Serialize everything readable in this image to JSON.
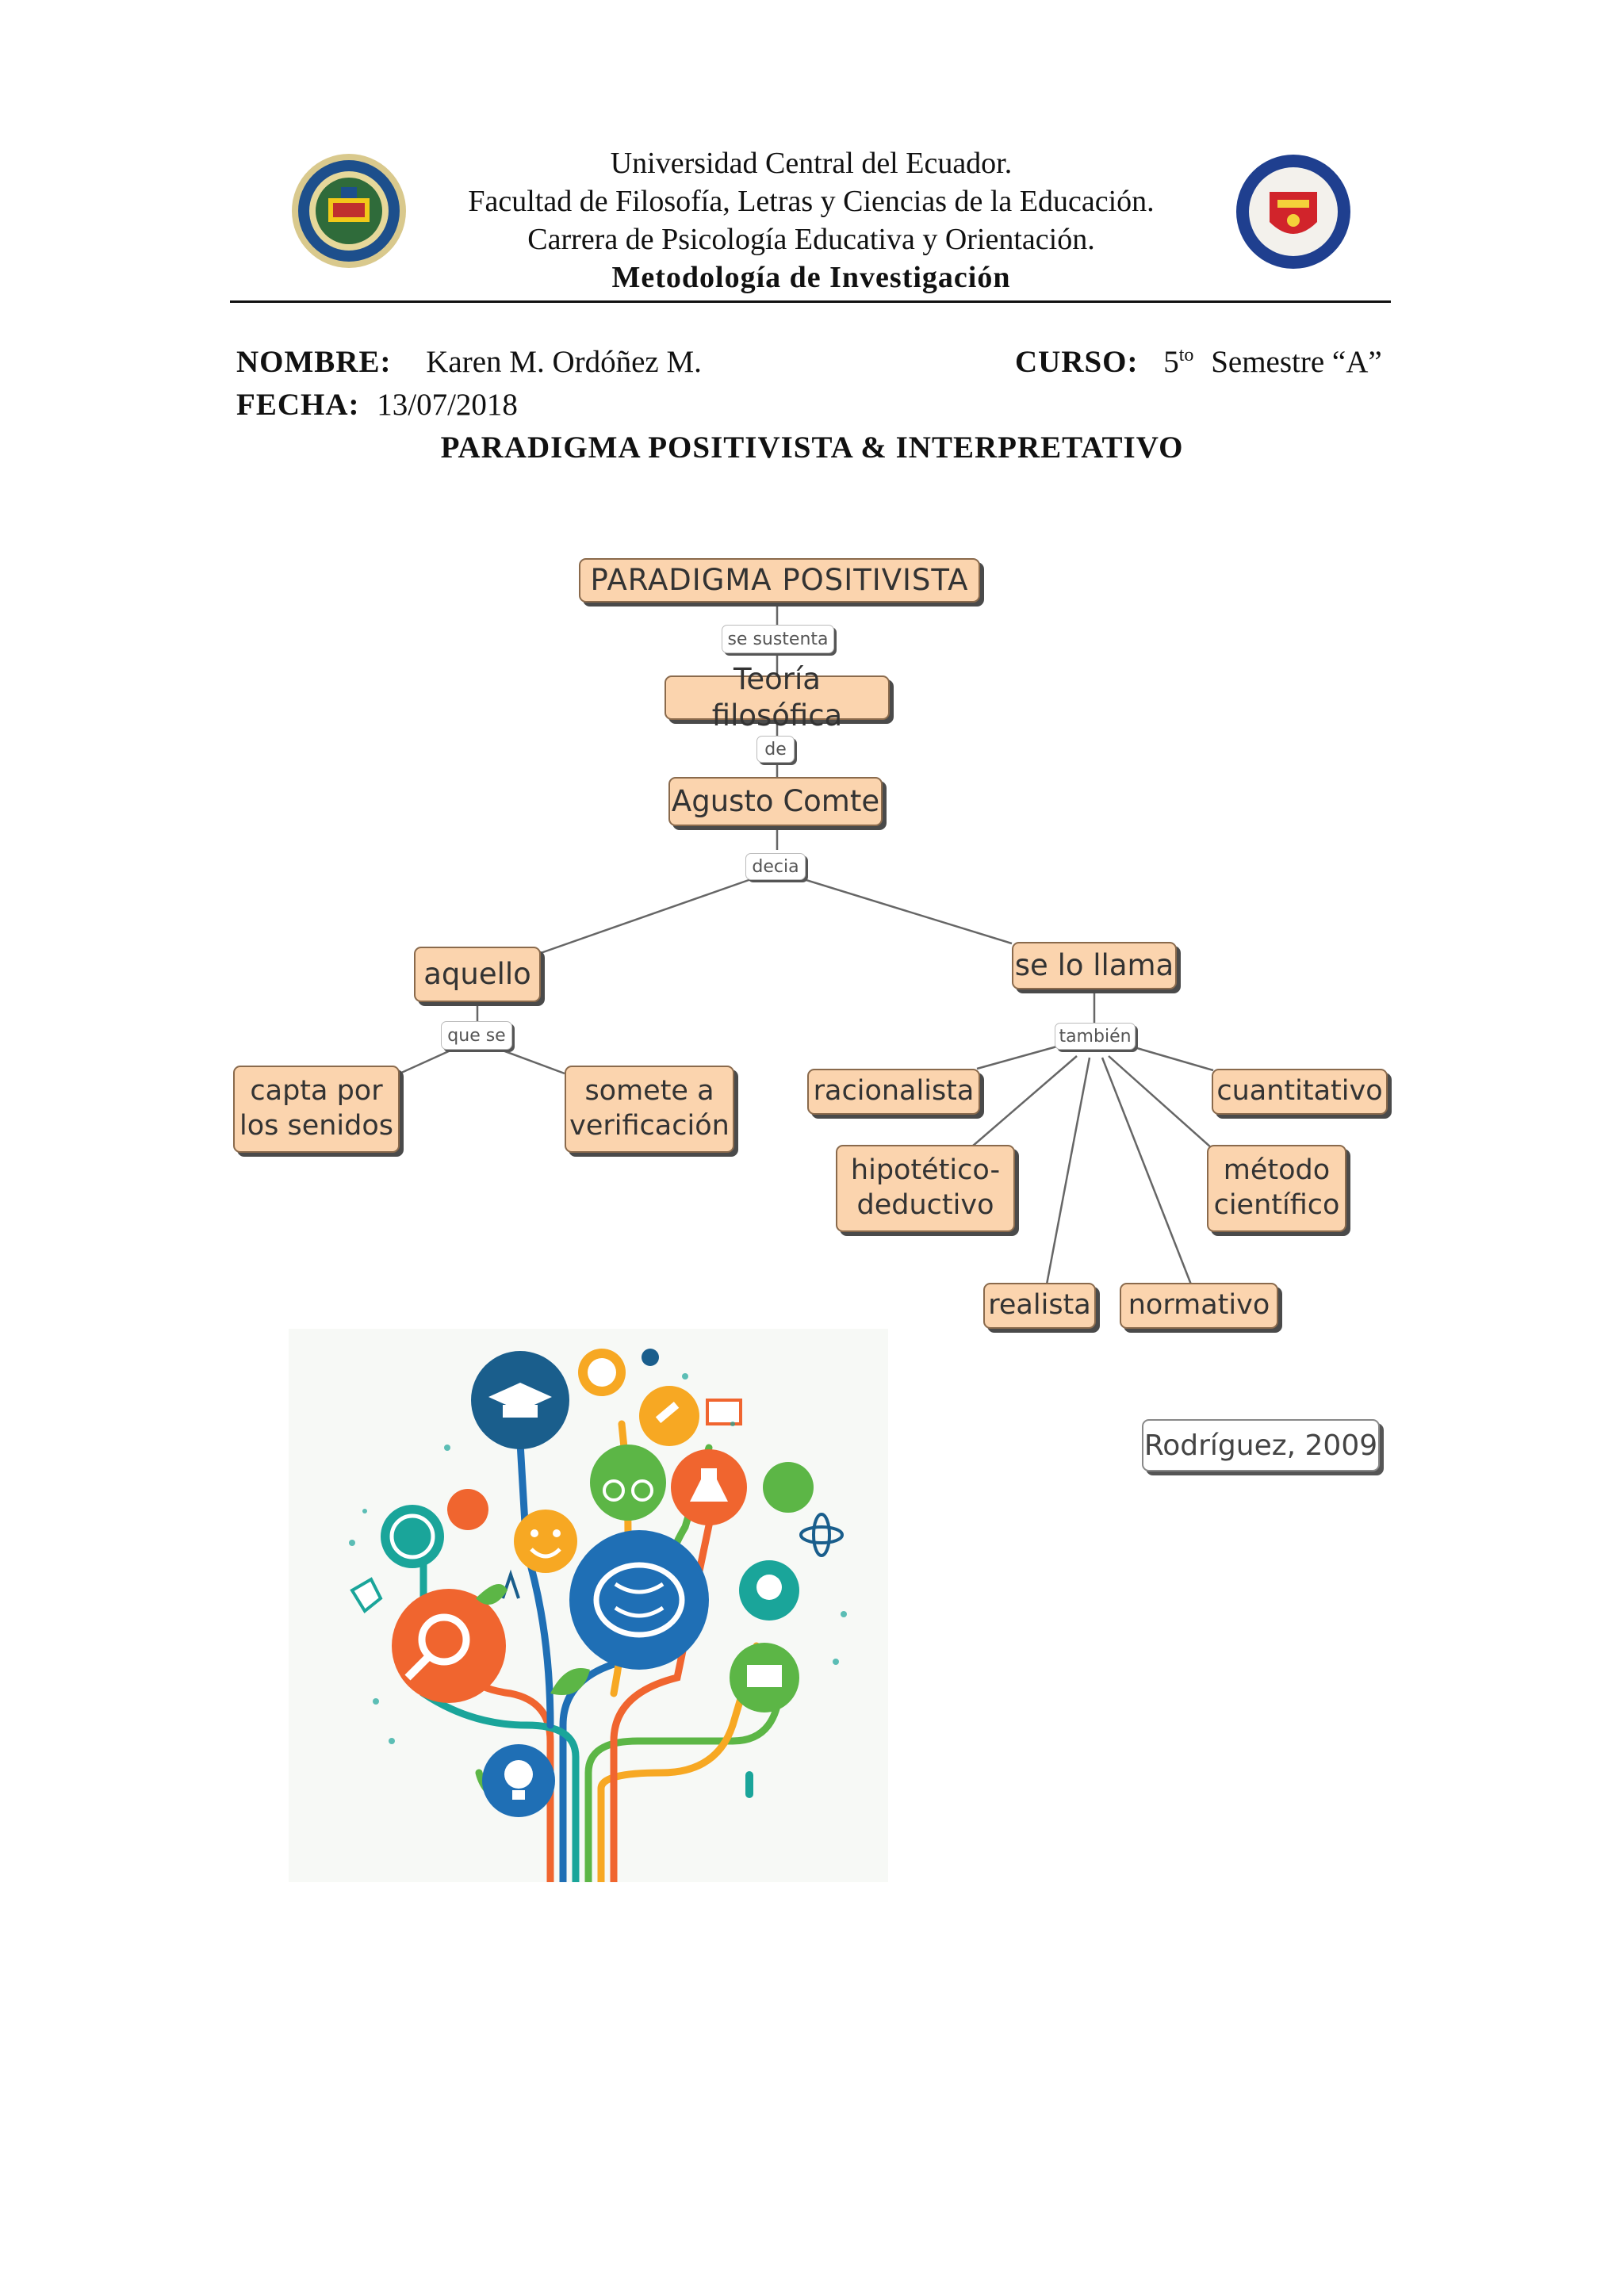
{
  "header": {
    "line1": "Universidad  Central del Ecuador.",
    "line2": "Facultad  de Filosofía,  Letras  y Ciencias  de la  Educación.",
    "line3": "Carrera de Psicología  Educativa  y Orientación.",
    "line4": "Metodología de Investigación"
  },
  "info": {
    "name_label": "NOMBRE:",
    "name_value": "Karen M. Ordóñez M.",
    "course_label": "CURSO:",
    "course_num": "5",
    "course_sup": "to",
    "course_value": "Semestre “A”",
    "date_label": "FECHA:",
    "date_value": "13/07/2018"
  },
  "doc_title": "PARADIGMA POSITIVISTA  & INTERPRETATIVO",
  "concept_map": {
    "root": "PARADIGMA POSITIVISTA",
    "link_sustenta": "se sustenta",
    "teoria": "Teoría filosófica",
    "link_de": "de",
    "comte": "Agusto Comte",
    "link_decia": "decia",
    "aquello": "aquello",
    "link_que_se": "que se",
    "capta": "capta por\nlos senidos",
    "somete": "somete a\nverificación",
    "se_lo_llama": "se lo llama",
    "link_tambien": "también",
    "racionalista": "racionalista",
    "cuantitativo": "cuantitativo",
    "hipotetico": "hipotético-\ndeductivo",
    "metodo": "método\ncientífico",
    "realista": "realista",
    "normativo": "normativo"
  },
  "citation": "Rodríguez, 2009",
  "illustration": {
    "icons": [
      "graduation-cap-icon",
      "globe-icon",
      "pencil-icon",
      "book-icon",
      "gear-icon",
      "bicycle-icon",
      "flask-icon",
      "scissors-icon",
      "atom-icon",
      "apple-icon",
      "smiley-icon",
      "world-map-icon",
      "pointer-hand-icon",
      "magnifier-icon",
      "brain-icon",
      "compass-icon",
      "earth-hands-icon",
      "whiteboard-icon",
      "leaf-icon",
      "lightbulb-icon",
      "paperclip-icon"
    ]
  },
  "colors": {
    "node_fill": "#fbd4ae",
    "node_border": "#8a6a4c",
    "blue": "#1f6fb5",
    "teal": "#1aa59a",
    "orange": "#f0652f",
    "green": "#5cb646",
    "yellow": "#f7a823"
  }
}
